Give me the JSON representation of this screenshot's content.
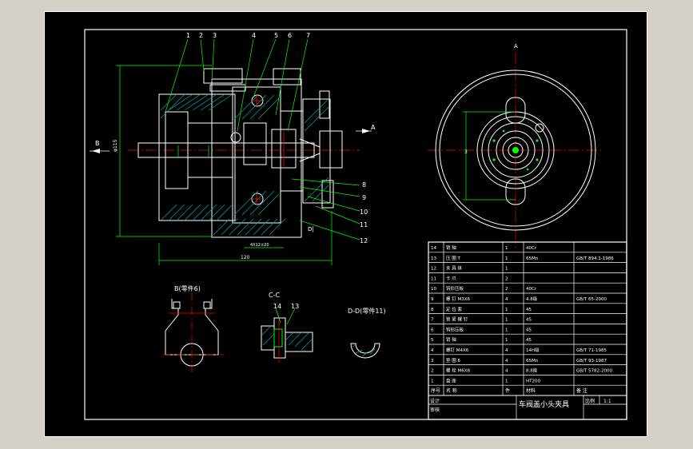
{
  "colors": {
    "background_outer": "#d4d0c8",
    "sheet": "#000000",
    "line": "#ffffff",
    "dimension": "#00ff00",
    "centerline": "#ff0000",
    "hatch": "#00a8a8",
    "text": "#ffffff"
  },
  "labels": {
    "view_b": "B",
    "view_a": "A",
    "view_a_top": "A",
    "view_b_title": "B(零件6)",
    "view_c_title": "C-C",
    "view_d_title": "D-D(零件11)",
    "d_marker": "D|",
    "dim_overall_width": "120",
    "dim_diameter": "φ115",
    "dim_bottom_1": "4X12±20",
    "dim_vertical_small": "3",
    "callouts_top": [
      "1",
      "2",
      "3",
      "4",
      "5",
      "6",
      "7"
    ],
    "callouts_right": [
      "8",
      "9",
      "10",
      "11",
      "12"
    ],
    "callouts_c": [
      "14",
      "13"
    ]
  },
  "bom": {
    "rows": [
      {
        "no": "14",
        "name": "销 轴",
        "qty": "1",
        "material": "40Cr",
        "standard": ""
      },
      {
        "no": "13",
        "name": "压 圈 T",
        "qty": "1",
        "material": "65Mn",
        "standard": "GB/T 894.1-1986"
      },
      {
        "no": "12",
        "name": "夹 具 体",
        "qty": "1",
        "material": "",
        "standard": ""
      },
      {
        "no": "11",
        "name": "卡 爪",
        "qty": "2",
        "material": "",
        "standard": ""
      },
      {
        "no": "10",
        "name": "钩形压板",
        "qty": "2",
        "material": "40Cr",
        "standard": ""
      },
      {
        "no": "9",
        "name": "螺 钉 M3X6",
        "qty": "4",
        "material": "4.8级",
        "standard": "GB/T 65-2000"
      },
      {
        "no": "8",
        "name": "定 位 套",
        "qty": "1",
        "material": "45",
        "standard": ""
      },
      {
        "no": "7",
        "name": "锁 紧 螺 钉",
        "qty": "1",
        "material": "45",
        "standard": ""
      },
      {
        "no": "6",
        "name": "钩形压板",
        "qty": "1",
        "material": "45",
        "standard": ""
      },
      {
        "no": "5",
        "name": "销 轴",
        "qty": "1",
        "material": "45",
        "standard": ""
      },
      {
        "no": "4",
        "name": "螺钉 M4X6",
        "qty": "4",
        "material": "14H级",
        "standard": "GB/T 71-1985"
      },
      {
        "no": "3",
        "name": "垫 圈 6",
        "qty": "4",
        "material": "65Mn",
        "standard": "GB/T 93-1987"
      },
      {
        "no": "2",
        "name": "螺 栓 M6X8",
        "qty": "4",
        "material": "8.8级",
        "standard": "GB/T 5782-2000"
      },
      {
        "no": "1",
        "name": "盘 座",
        "qty": "1",
        "material": "HT200",
        "standard": ""
      }
    ],
    "header": {
      "no": "序号",
      "name": "名 称",
      "qty": "件",
      "material": "材料",
      "standard": "备 注"
    },
    "title_block": {
      "title": "车阀盖小头夹具",
      "ratio_label": "比例",
      "ratio": "1:1",
      "designer": "设计",
      "checker": "审核"
    }
  }
}
